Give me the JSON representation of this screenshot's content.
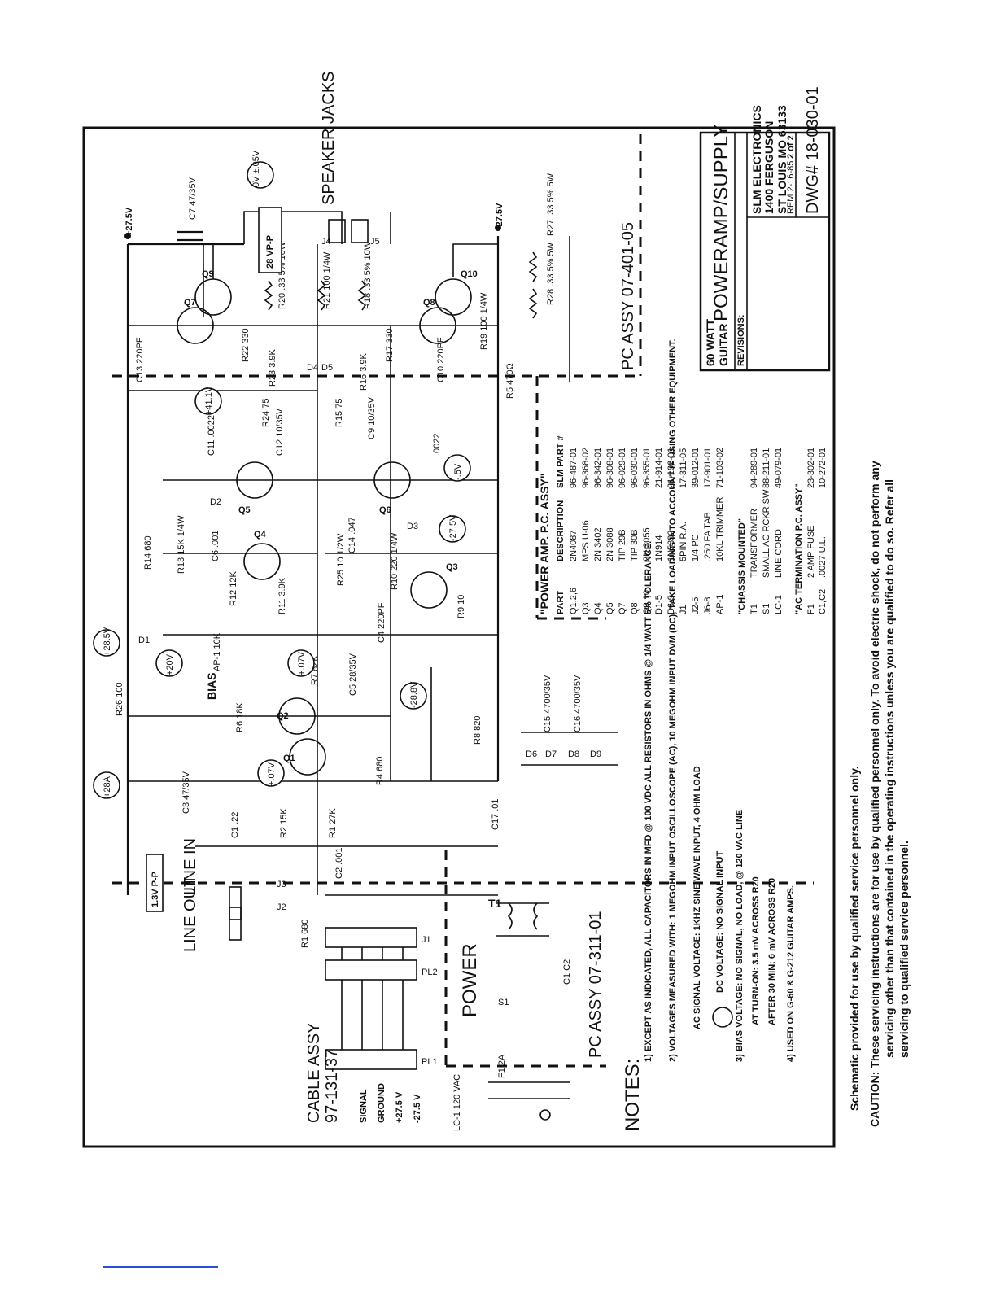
{
  "title_block": {
    "product_line1": "60 WATT",
    "product_line2": "GUITAR",
    "title": "POWERAMP/SUPPLY",
    "revisions_label": "REVISIONS:",
    "company": "SLM ELECTRONICS",
    "address1": "1400 FERGUSON",
    "address2": "ST LOUIS MO 63133",
    "rev_date": "REM 2-16-85",
    "sheet": "2 of 2",
    "dwg": "DWG# 18-030-01"
  },
  "labels": {
    "speaker_jacks": "SPEAKER JACKS",
    "line_in": "LINE IN",
    "line_out": "LINE OUT",
    "bias": "BIAS",
    "power": "POWER",
    "cable_assy": "CABLE ASSY",
    "cable_assy_no": "97-131-37",
    "pc_assy_main": "PC ASSY 07-401-05",
    "pc_assy_power": "PC ASSY 07-311-01",
    "lc1": "LC-1 120 VAC",
    "t1": "T1",
    "ap1": "AP-1 10K",
    "cable_rows": [
      "SIGNAL",
      "GROUND",
      "+27.5 V",
      "-27.5 V"
    ],
    "pl1": "PL1",
    "pl2": "PL2",
    "j1": "J1",
    "j2": "J2",
    "j3": "J3",
    "j4": "J4",
    "j5": "J5"
  },
  "rails": {
    "pos": "+27.5V",
    "neg": "-27.5V"
  },
  "probes": {
    "v_28vpp": "28 VP-P",
    "v_0v": "0V ±.05V",
    "v_n41": "+41.1V",
    "v_28_5": "+28.5V",
    "v_20": "+20V",
    "v_07a": "+.07V",
    "v_07b": "+.07V",
    "v_n28": "-28.8V",
    "v_n275": "-27.5V",
    "v_n5": "-.5V",
    "v_28a": "+28A",
    "v_13": "1.3V P-P"
  },
  "components": {
    "c7": "C7 47/35V",
    "q9": "Q9",
    "q7": "Q7",
    "q10": "Q10",
    "q8": "Q8",
    "r20": "R20 .33 5% 10W",
    "r21": "R21 100 1/4W",
    "r18": "R18 .33 5% 10W",
    "r27": "R27 .33 5% 5W",
    "r28": "R28 .33 5% 5W",
    "r22": "R22 330",
    "r23": "R23 3.9K",
    "r17": "R17 330",
    "r16": "R16 3.9K",
    "r19": "R19 100 1/4W",
    "r5": "R5 470Ω",
    "c13": "C13 220PF",
    "c10": "C10 220PF",
    "d4": "D4",
    "d5": "D5",
    "r24": "R24 75",
    "r15": "R15 75",
    "c11": "C11 .0022",
    "c12": "C12 10/35V",
    "c9": "C9 10/35V",
    "c8": ".0022",
    "q5": "Q5",
    "q6": "Q6",
    "d2": "D2",
    "d3": "D3",
    "q4": "Q4",
    "c14": "C14 .047",
    "r25": "R25 10 1/2W",
    "r10": "R10 220 1/4W",
    "r14": "R14 680",
    "r13": "R13 15K 1/4W",
    "c6": "C6 .001",
    "r12": "R12 12K",
    "r11": "R11 3.9K",
    "q3": "Q3",
    "c4": "C4 220PF",
    "r9": "R9 10",
    "r26": "R26 100",
    "d1": "D1",
    "r7": "R7 82K",
    "c5": "C5 28/35V",
    "r6": "R6 18K",
    "q2": "Q2",
    "q1": "Q1",
    "r4": "R4 680",
    "r8": "R8 820",
    "c15": "C15 4700/35V",
    "c16": "C16 4700/35V",
    "d6": "D6",
    "d7": "D7",
    "d8": "D8",
    "d9": "D9",
    "c3": "C3 47/35V",
    "c1": "C1 .22",
    "r2": "R2 15K",
    "r1": "R1 27K",
    "c2": "C2 .001",
    "c17": "C17 .01",
    "r1b": "R1 680",
    "f1": "F1 2A",
    "s1": "S1",
    "c1c2": "C1 C2"
  },
  "parts_list": {
    "header": "\"POWER AMP. P.C. ASSY\"",
    "columns": [
      "PART",
      "DESCRIPTION",
      "SLM PART #"
    ],
    "rows": [
      [
        "Q1,2,6",
        "2N4087",
        "96-487-01"
      ],
      [
        "Q3",
        "MPS U-06",
        "96-368-02"
      ],
      [
        "Q4",
        "2N 3402",
        "96-342-01"
      ],
      [
        "Q5",
        "2N 3088",
        "96-308-01"
      ],
      [
        "Q7",
        "TIP 29B",
        "96-029-01"
      ],
      [
        "Q8",
        "TIP 30B",
        "96-030-01"
      ],
      [
        "Q9,10",
        "2N 3055",
        "96-355-01"
      ],
      [
        "D1-5",
        "1N914",
        "21-914-01"
      ],
      [
        "D6-9",
        "1N5392",
        "21-192-01"
      ],
      [
        "J1",
        "5PIN R.A.",
        "17-311-05"
      ],
      [
        "J2-5",
        "1/4 PC",
        "39-012-01"
      ],
      [
        "J6-8",
        ".250 FA TAB",
        "17-901-01"
      ],
      [
        "AP-1",
        "10KL TRIMMER",
        "71-103-02"
      ]
    ],
    "chassis_header": "\"CHASSIS MOUNTED\"",
    "chassis_rows": [
      [
        "T1",
        "TRANSFORMER",
        "94-289-01"
      ],
      [
        "S1",
        "SMALL AC RCKR SW",
        "88-211-01"
      ],
      [
        "LC-1",
        "LINE CORD",
        "49-079-01"
      ]
    ],
    "term_header": "\"AC TERMINATION P.C. ASSY\"",
    "term_rows": [
      [
        "F1",
        "2 AMP FUSE",
        "23-302-01"
      ],
      [
        "C1,C2",
        ".0027 U.L.",
        "10-272-01"
      ]
    ]
  },
  "notes": {
    "heading": "NOTES:",
    "n1": "1) EXCEPT AS INDICATED, ALL CAPACITORS IN MFD @ 100 VDC   ALL RESISTORS IN OHMS @ 1/4 WATT 5% TOLERANCE.",
    "n2": "2) VOLTAGES MEASURED WITH: 1 MEGOHM INPUT OSCILLOSCOPE (AC), 10 MEGOHM INPUT DVM (DC), TAKE LOADING INTO ACCOUNT IF USING OTHER EQUIPMENT.",
    "n2a": "AC SIGNAL VOLTAGE: 1KHZ SINE WAVE INPUT, 4 OHM LOAD",
    "n2b": "DC VOLTAGE: NO SIGNAL INPUT",
    "n3": "3) BIAS VOLTAGE:  NO SIGNAL, NO LOAD, @ 120 VAC LINE",
    "n3a": "AT TURN-ON:   3.5 mV ACROSS R20",
    "n3b": "AFTER 30 MIN:   6 mV ACROSS R20",
    "n4": "4) USED ON G-60 & G-212 GUITAR AMPS."
  },
  "caution": {
    "line1": "Schematic provided for use by qualified service personnel only.",
    "line2": "CAUTION: These servicing instructions are for use by qualified personnel only. To avoid electric shock, do not perform any",
    "line3": "servicing other than that contained in the operating instructions unless you are qualified to do so. Refer all",
    "line4": "servicing to qualified service personnel."
  }
}
